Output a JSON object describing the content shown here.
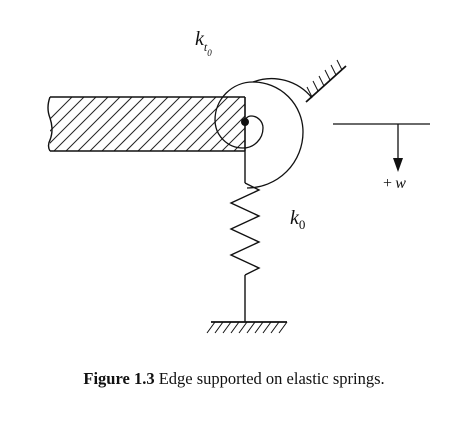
{
  "labels": {
    "rotational_spring": {
      "base": "k",
      "sub1": "t",
      "sub2": "0"
    },
    "translational_spring": {
      "base": "k",
      "sub": "0"
    },
    "deflection": {
      "sign": "+",
      "symbol": "w"
    }
  },
  "caption": {
    "number": "Figure 1.3",
    "text": "Edge supported on elastic springs."
  }
}
